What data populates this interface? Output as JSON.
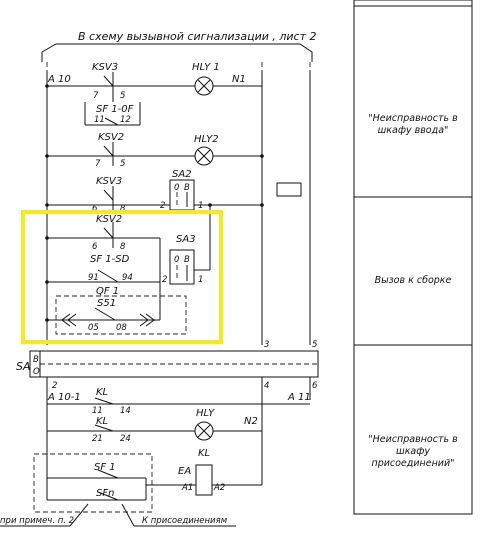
{
  "title": "В схему вызывной сигнализации , лист 2",
  "nodes": {
    "a10": "A 10",
    "n1": "N1",
    "n2": "N2",
    "a10_1": "A 10-1",
    "a11": "A 11",
    "sa": "SA",
    "bus_b": "В",
    "bus_o": "О",
    "n3": "3",
    "n5": "5",
    "n4": "4",
    "n6": "6",
    "n2b": "2"
  },
  "components": {
    "ksv3_top": "KSV3",
    "sf1_0f": "SF 1-0F",
    "hly1": "HLY 1",
    "ksv2": "KSV2",
    "hly2": "HLY2",
    "ksv3_mid": "KSV3",
    "sa2": "SA2",
    "ksv2_mid": "KSV2",
    "sf1_sd": "SF 1-SD",
    "sa3": "SA3",
    "qf1": "QF 1",
    "s51": "S51",
    "kl_1": "KL",
    "kl_2": "KL",
    "hly": "HLY",
    "sf1": "SF 1",
    "sfn": "SFn",
    "ea": "EA",
    "kl_coil": "KL"
  },
  "terminals": {
    "t7a": "7",
    "t5a": "5",
    "t11a": "11",
    "t12a": "12",
    "t7b": "7",
    "t5b": "5",
    "t6a": "6",
    "t8a": "8",
    "t2a": "2",
    "t1a": "1",
    "t6b": "6",
    "t8b": "8",
    "t91": "91",
    "t94": "94",
    "t2b": "2",
    "t1b": "1",
    "t05": "05",
    "t08": "08",
    "t11b": "11",
    "t14": "14",
    "t21": "21",
    "t24": "24",
    "a1": "A1",
    "a2": "A2",
    "sw_o": "0",
    "sw_b": "В",
    "sw_o2": "0",
    "sw_b2": "В"
  },
  "bottom_labels": {
    "note": "при примеч. п. 2",
    "connections": "К присоединениям"
  },
  "notes": [
    "\"Неисправность в шкафу ввода\"",
    "Вызов к сборке",
    "\"Неисправность в шкафу присоединений\""
  ],
  "colors": {
    "highlight": "#f4ea1f",
    "line": "#111111"
  }
}
